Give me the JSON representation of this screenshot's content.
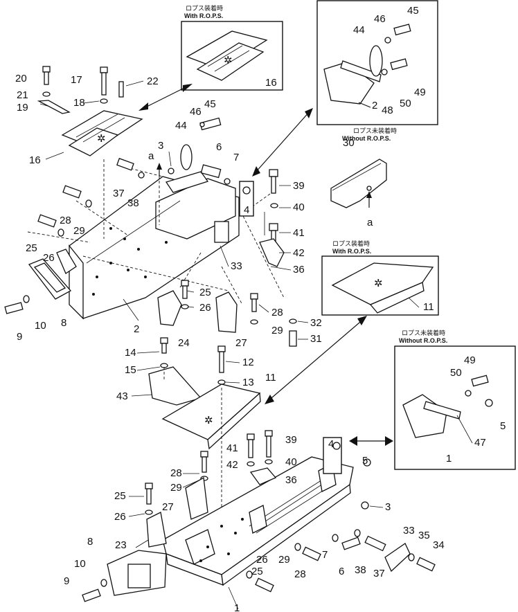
{
  "insets": {
    "top_with_rops": {
      "jp": "ロプス装着時",
      "en": "With  R.O.P.S."
    },
    "top_right_with_rops": {
      "part_numbers": [
        "44",
        "46",
        "45",
        "49",
        "50",
        "2",
        "48"
      ]
    },
    "top_right_without_rops": {
      "jp": "ロプス未装着時",
      "en": "Without  R.O.P.S."
    },
    "mid_with_rops": {
      "jp": "ロプス装着時",
      "en": "With  R.O.P.S."
    },
    "bottom_without_rops": {
      "jp": "ロプス未装着時",
      "en": "Without  R.O.P.S."
    }
  },
  "view_marker": "a",
  "labels": {
    "l20": "20",
    "l17": "17",
    "l22": "22",
    "l21": "21",
    "l18": "18",
    "l19": "19",
    "l16a": "16",
    "l16b": "16",
    "l44a": "44",
    "l46a": "46",
    "l45a": "45",
    "l49a": "49",
    "l50a": "50",
    "l2a": "2",
    "l48": "48",
    "l44b": "44",
    "l46b": "46",
    "l45b": "45",
    "l3a": "3",
    "l6a": "6",
    "l7a": "7",
    "l4a": "4",
    "l30": "30",
    "la1": "a",
    "la2": "a",
    "l37a": "37",
    "l38a": "38",
    "l39a": "39",
    "l40a": "40",
    "l41a": "41",
    "l42a": "42",
    "l36a": "36",
    "l28a": "28",
    "l29a": "29",
    "l25a": "25",
    "l26a": "26",
    "l33a": "33",
    "l11a": "11",
    "l2b": "2",
    "l25b": "25",
    "l26b": "26",
    "l28b": "28",
    "l29b": "29",
    "l32": "32",
    "l31": "31",
    "l24": "24",
    "l27a": "27",
    "l8a": "8",
    "l9a": "9",
    "l10a": "10",
    "l14": "14",
    "l15": "15",
    "l12": "12",
    "l13": "13",
    "l43": "43",
    "l11b": "11",
    "l49b": "49",
    "l50b": "50",
    "l5a": "5",
    "l47": "47",
    "l1a": "1",
    "l41b": "41",
    "l39b": "39",
    "l42b": "42",
    "l40b": "40",
    "l36b": "36",
    "l4b": "4",
    "l5b": "5",
    "l3b": "3",
    "l28c": "28",
    "l29c": "29",
    "l25c": "25",
    "l26c": "26",
    "l27b": "27",
    "l23": "23",
    "l8b": "8",
    "l10b": "10",
    "l9b": "9",
    "l1b": "1",
    "l26d": "26",
    "l25d": "25",
    "l29d": "29",
    "l28d": "28",
    "l7b": "7",
    "l6b": "6",
    "l38b": "38",
    "l37b": "37",
    "l33b": "33",
    "l35": "35",
    "l34": "34"
  }
}
